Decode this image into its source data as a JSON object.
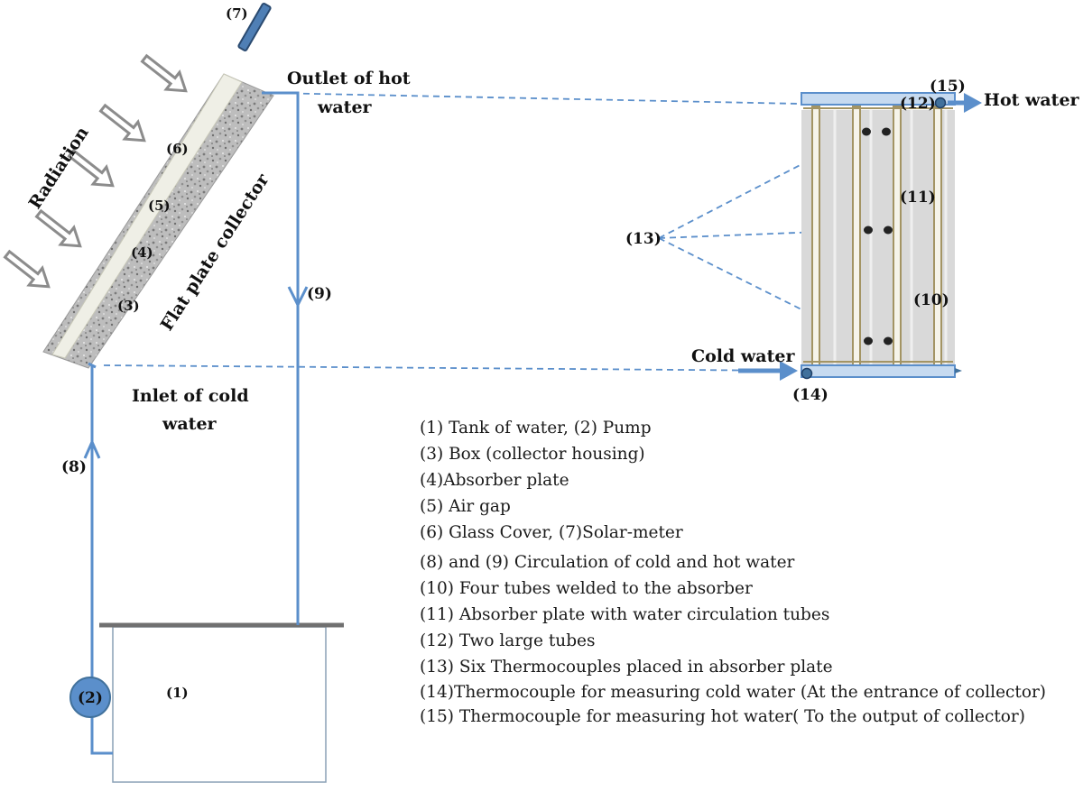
{
  "diagram": {
    "labels": {
      "radiation": "Radiation",
      "collector": "Flat plate collector",
      "outlet": [
        "Outlet of hot",
        "water"
      ],
      "inlet": [
        "Inlet of cold",
        "water"
      ],
      "hot_water": "Hot water",
      "cold_water": "Cold water"
    },
    "numbers": {
      "n1": "(1)",
      "n2": "(2)",
      "n3": "(3)",
      "n4": "(4)",
      "n5": "(5)",
      "n6": "(6)",
      "n7": "(7)",
      "n8": "(8)",
      "n9": "(9)",
      "n10": "(10)",
      "n11": "(11)",
      "n12": "(12)",
      "n13": "(13)",
      "n14": "(14)",
      "n15": "(15)"
    },
    "colors": {
      "pipe": "#5b8fcb",
      "pipe_dark": "#41719c",
      "arrow_gray": "#8c8c8c",
      "tube_gold": "#a39464",
      "panel_gray": "#d9d9d9",
      "glass": "#efefe6"
    }
  },
  "legend": [
    "(1) Tank of water, (2) Pump",
    "(3) Box (collector housing)",
    "(4)Absorber plate",
    "(5) Air gap",
    "(6) Glass  Cover, (7)Solar-meter",
    "(8) and (9)  Circulation of cold and hot water",
    "(10) Four tubes welded to the absorber",
    "(11) Absorber plate with water circulation tubes",
    "(12) Two large tubes",
    "(13) Six Thermocouples placed in absorber plate",
    "(14)Thermocouple for measuring cold water (At the entrance of collector)",
    "(15) Thermocouple for measuring hot water( To the output of collector)"
  ]
}
